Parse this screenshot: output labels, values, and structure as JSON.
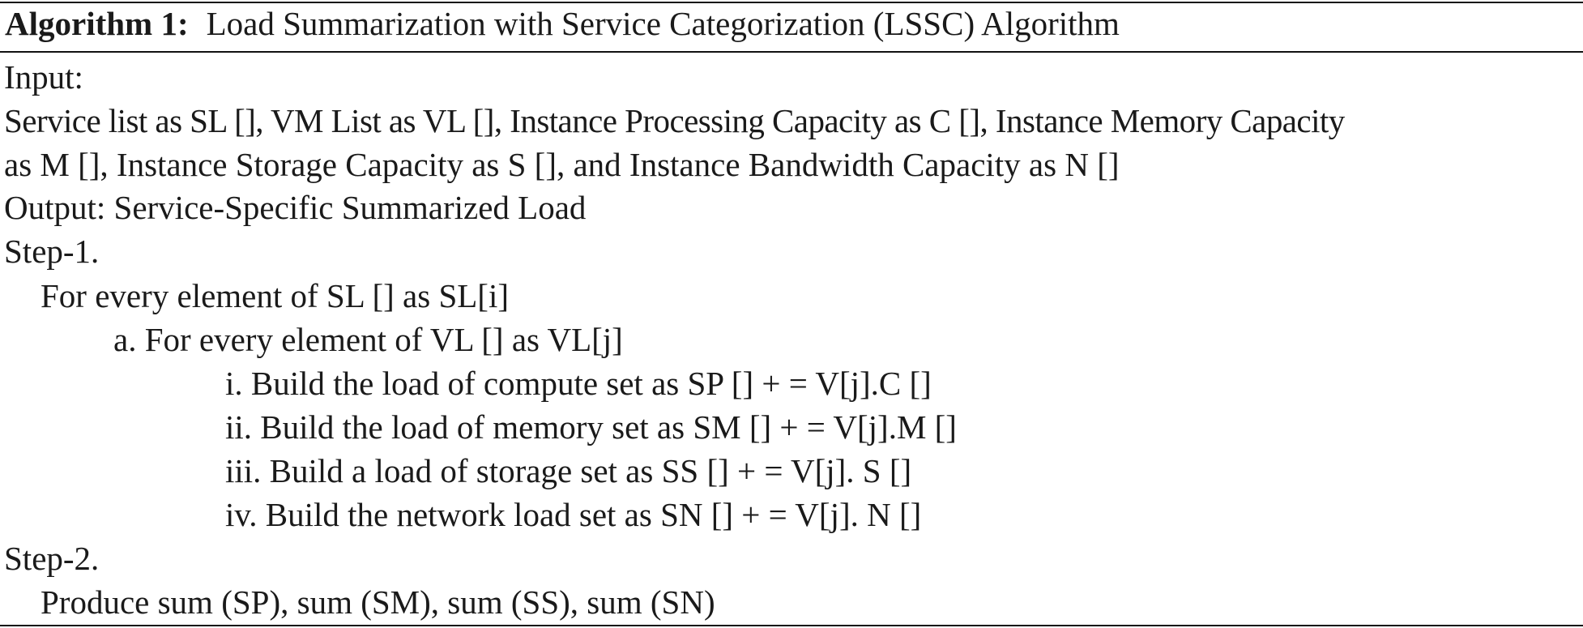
{
  "algorithm": {
    "label": "Algorithm 1:",
    "title": "Load Summarization with Service Categorization (LSSC) Algorithm",
    "input_heading": "Input:",
    "input_line_1": "Service list as SL [], VM List as VL [], Instance Processing Capacity as C [], Instance Memory Capacity",
    "input_line_2": "as M [], Instance Storage Capacity as S [], and Instance Bandwidth Capacity as N []",
    "output": "Output: Service-Specific Summarized Load",
    "step1": {
      "heading": "Step-1.",
      "loop": "For every element of SL [] as SL[i]",
      "inner_loop": "a. For every element of VL [] as VL[j]",
      "items": [
        "i. Build the load of compute set as SP [] + = V[j].C []",
        "ii. Build the load of memory set as SM [] + = V[j].M []",
        "iii. Build a load of storage set as SS [] + = V[j]. S []",
        "iv. Build the network load set as SN [] + = V[j]. N []"
      ]
    },
    "step2": {
      "heading": "Step-2.",
      "body": "Produce sum (SP), sum (SM), sum (SS), sum (SN)"
    }
  }
}
